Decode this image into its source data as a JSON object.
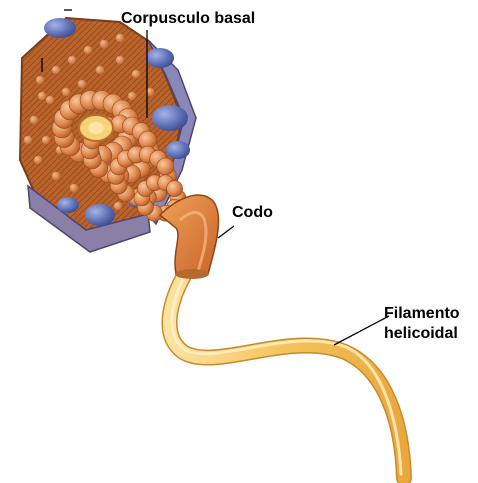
{
  "labels": {
    "basal_body": "Corpusculo basal",
    "hook": "Codo",
    "filament_line1": "Filamento",
    "filament_line2": "helicoidal"
  },
  "colors": {
    "membrane_brown": "#b9652e",
    "protein_blue": "#5d6fb5",
    "ring_orange": "#e08a4e",
    "hook_orange": "#e0873c",
    "filament_yellow": "#f6c766"
  }
}
